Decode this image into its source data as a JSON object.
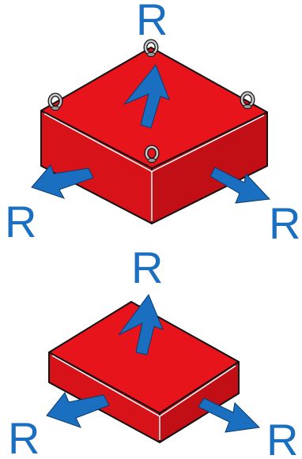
{
  "colors": {
    "box_top": "#e8141c",
    "box_left": "#d71218",
    "box_right": "#c10f15",
    "box_outline": "#111111",
    "highlight": "#ffffff",
    "arrow": "#1a6fc0",
    "label": "#1a6fc0",
    "eyebolt": "#c9c9c9"
  },
  "diagram_top": {
    "labels": {
      "up": "R",
      "front_left": "R",
      "front_right": "R"
    },
    "icons": [
      "eyebolt-icon",
      "arrow-up-icon",
      "arrow-down-left-icon",
      "arrow-down-right-icon"
    ]
  },
  "diagram_bottom": {
    "labels": {
      "up": "R",
      "front_left": "R",
      "front_right": "R"
    },
    "icons": [
      "arrow-up-icon",
      "arrow-down-left-icon",
      "arrow-down-right-icon"
    ]
  }
}
